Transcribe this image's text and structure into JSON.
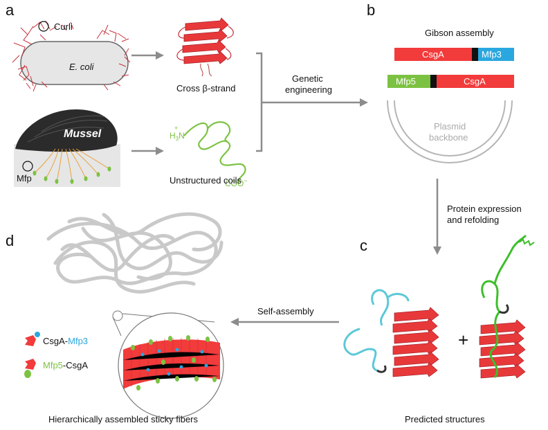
{
  "panels": {
    "a": "a",
    "b": "b",
    "c": "c",
    "d": "d"
  },
  "panel_a": {
    "curli_label": "Curli",
    "ecoli_label": "E. coli",
    "mussel_label": "Mussel",
    "mfp_label": "Mfp",
    "cross_beta_label": "Cross β-strand",
    "coils_label": "Unstructured coils",
    "n_terminus": "H",
    "n_terminus_sub": "3",
    "n_terminus_sup": "+",
    "n_terminus_end": "N",
    "c_terminus": "COO",
    "c_terminus_sup": "−"
  },
  "genetic_engineering": {
    "line1": "Genetic",
    "line2": "engineering"
  },
  "panel_b": {
    "title": "Gibson assembly",
    "construct1": {
      "left": "CsgA",
      "right": "Mfp3"
    },
    "construct2": {
      "left": "Mfp5",
      "right": "CsgA"
    },
    "plasmid_line1": "Plasmid",
    "plasmid_line2": "backbone"
  },
  "protein_expression": {
    "line1": "Protein expression",
    "line2": "and refolding"
  },
  "panel_c": {
    "plus": "+",
    "caption": "Predicted structures"
  },
  "self_assembly": "Self-assembly",
  "panel_d": {
    "legend1_a": "CsgA-",
    "legend1_b": "Mfp3",
    "legend2_a": "Mfp5",
    "legend2_b": "-CsgA",
    "caption": "Hierarchically assembled sticky fibers"
  },
  "colors": {
    "csga_red": "#f23b3b",
    "mfp3_blue": "#2aa7df",
    "mfp5_green": "#7cc242",
    "arrow_gray": "#8c8c8c",
    "curli_red": "#c8303a",
    "mussel_dark": "#2b2b2b"
  }
}
